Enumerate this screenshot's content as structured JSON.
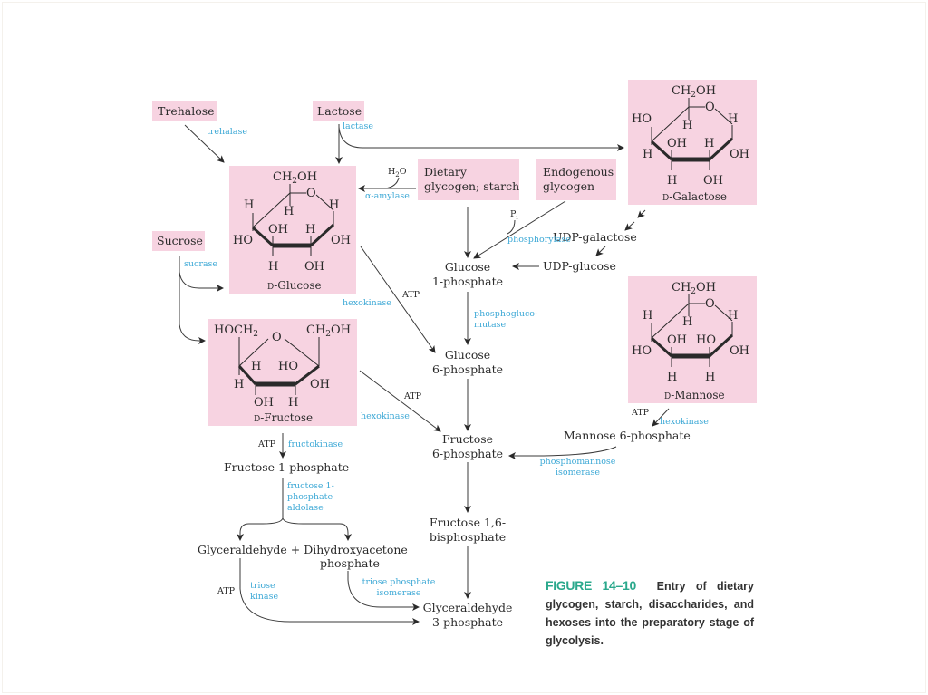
{
  "figure": {
    "number": "FIGURE 14–10",
    "caption": "Entry of dietary glycogen, starch, disaccharides, and hexoses into the preparatory stage of glycolysis.",
    "accent_color": "#2aa88c",
    "box_color": "#f7d3e1",
    "enzyme_color": "#3ea9d6"
  },
  "sources": {
    "trehalose": "Trehalose",
    "lactose": "Lactose",
    "sucrose": "Sucrose",
    "dietary_line1": "Dietary",
    "dietary_line2": "glycogen; starch",
    "endogenous_line1": "Endogenous",
    "endogenous_line2": "glycogen"
  },
  "structures": {
    "glucose": {
      "name": "D-Glucose",
      "prefix": "D",
      "rest": "-Glucose",
      "top": "CH2OH",
      "ring_o": "O",
      "labels": [
        "H",
        "H",
        "H",
        "HO",
        "OH",
        "H",
        "OH",
        "H",
        "OH"
      ]
    },
    "galactose": {
      "name": "D-Galactose",
      "prefix": "D",
      "rest": "-Galactose",
      "top": "CH2OH",
      "ring_o": "O",
      "labels": [
        "HO",
        "H",
        "H",
        "H",
        "OH",
        "H",
        "OH",
        "H",
        "OH"
      ]
    },
    "mannose": {
      "name": "D-Mannose",
      "prefix": "D",
      "rest": "-Mannose",
      "top": "CH2OH",
      "ring_o": "O",
      "labels": [
        "H",
        "H",
        "H",
        "HO",
        "OH",
        "HO",
        "OH",
        "H",
        "H"
      ]
    },
    "fructose": {
      "name": "D-Fructose",
      "prefix": "D",
      "rest": "-Fructose",
      "left_top": "HOCH2",
      "right_top": "CH2OH",
      "ring_o": "O",
      "labels": [
        "H",
        "H",
        "HO",
        "OH",
        "OH",
        "H"
      ]
    }
  },
  "metabolites": {
    "g1p_line1": "Glucose",
    "g1p_line2": "1-phosphate",
    "g6p_line1": "Glucose",
    "g6p_line2": "6-phosphate",
    "f6p_line1": "Fructose",
    "f6p_line2": "6-phosphate",
    "f16bp_line1": "Fructose 1,6-",
    "f16bp_line2": "bisphosphate",
    "gap_line1": "Glyceraldehyde",
    "gap_line2": "3-phosphate",
    "udp_galactose": "UDP-galactose",
    "udp_glucose": "UDP-glucose",
    "m6p": "Mannose 6-phosphate",
    "f1p": "Fructose 1-phosphate",
    "glyceraldehyde_dhap_line1": "Glyceraldehyde + Dihydroxyacetone",
    "glyceraldehyde_dhap_line2": "phosphate"
  },
  "enzymes": {
    "trehalase": "trehalase",
    "lactase": "lactase",
    "sucrase": "sucrase",
    "alpha_amylase": "α-amylase",
    "phosphorylase": "phosphorylase",
    "hexokinase_glc": "hexokinase",
    "hexokinase_fru": "hexokinase",
    "hexokinase_man": "hexokinase",
    "pgm_line1": "phosphogluco-",
    "pgm_line2": "mutase",
    "fructokinase": "fructokinase",
    "f1p_aldolase_line1": "fructose 1-",
    "f1p_aldolase_line2": "phosphate",
    "f1p_aldolase_line3": "aldolase",
    "triose_kinase_line1": "triose",
    "triose_kinase_line2": "kinase",
    "tpi_line1": "triose phosphate",
    "tpi_line2": "isomerase",
    "pmi_line1": "phosphomannose",
    "pmi_line2": "isomerase"
  },
  "cofactors": {
    "h2o": "H2O",
    "pi": "Pi",
    "atp_glc": "ATP",
    "atp_fru_hk": "ATP",
    "atp_man": "ATP",
    "atp_fructokinase": "ATP",
    "atp_triose": "ATP"
  }
}
